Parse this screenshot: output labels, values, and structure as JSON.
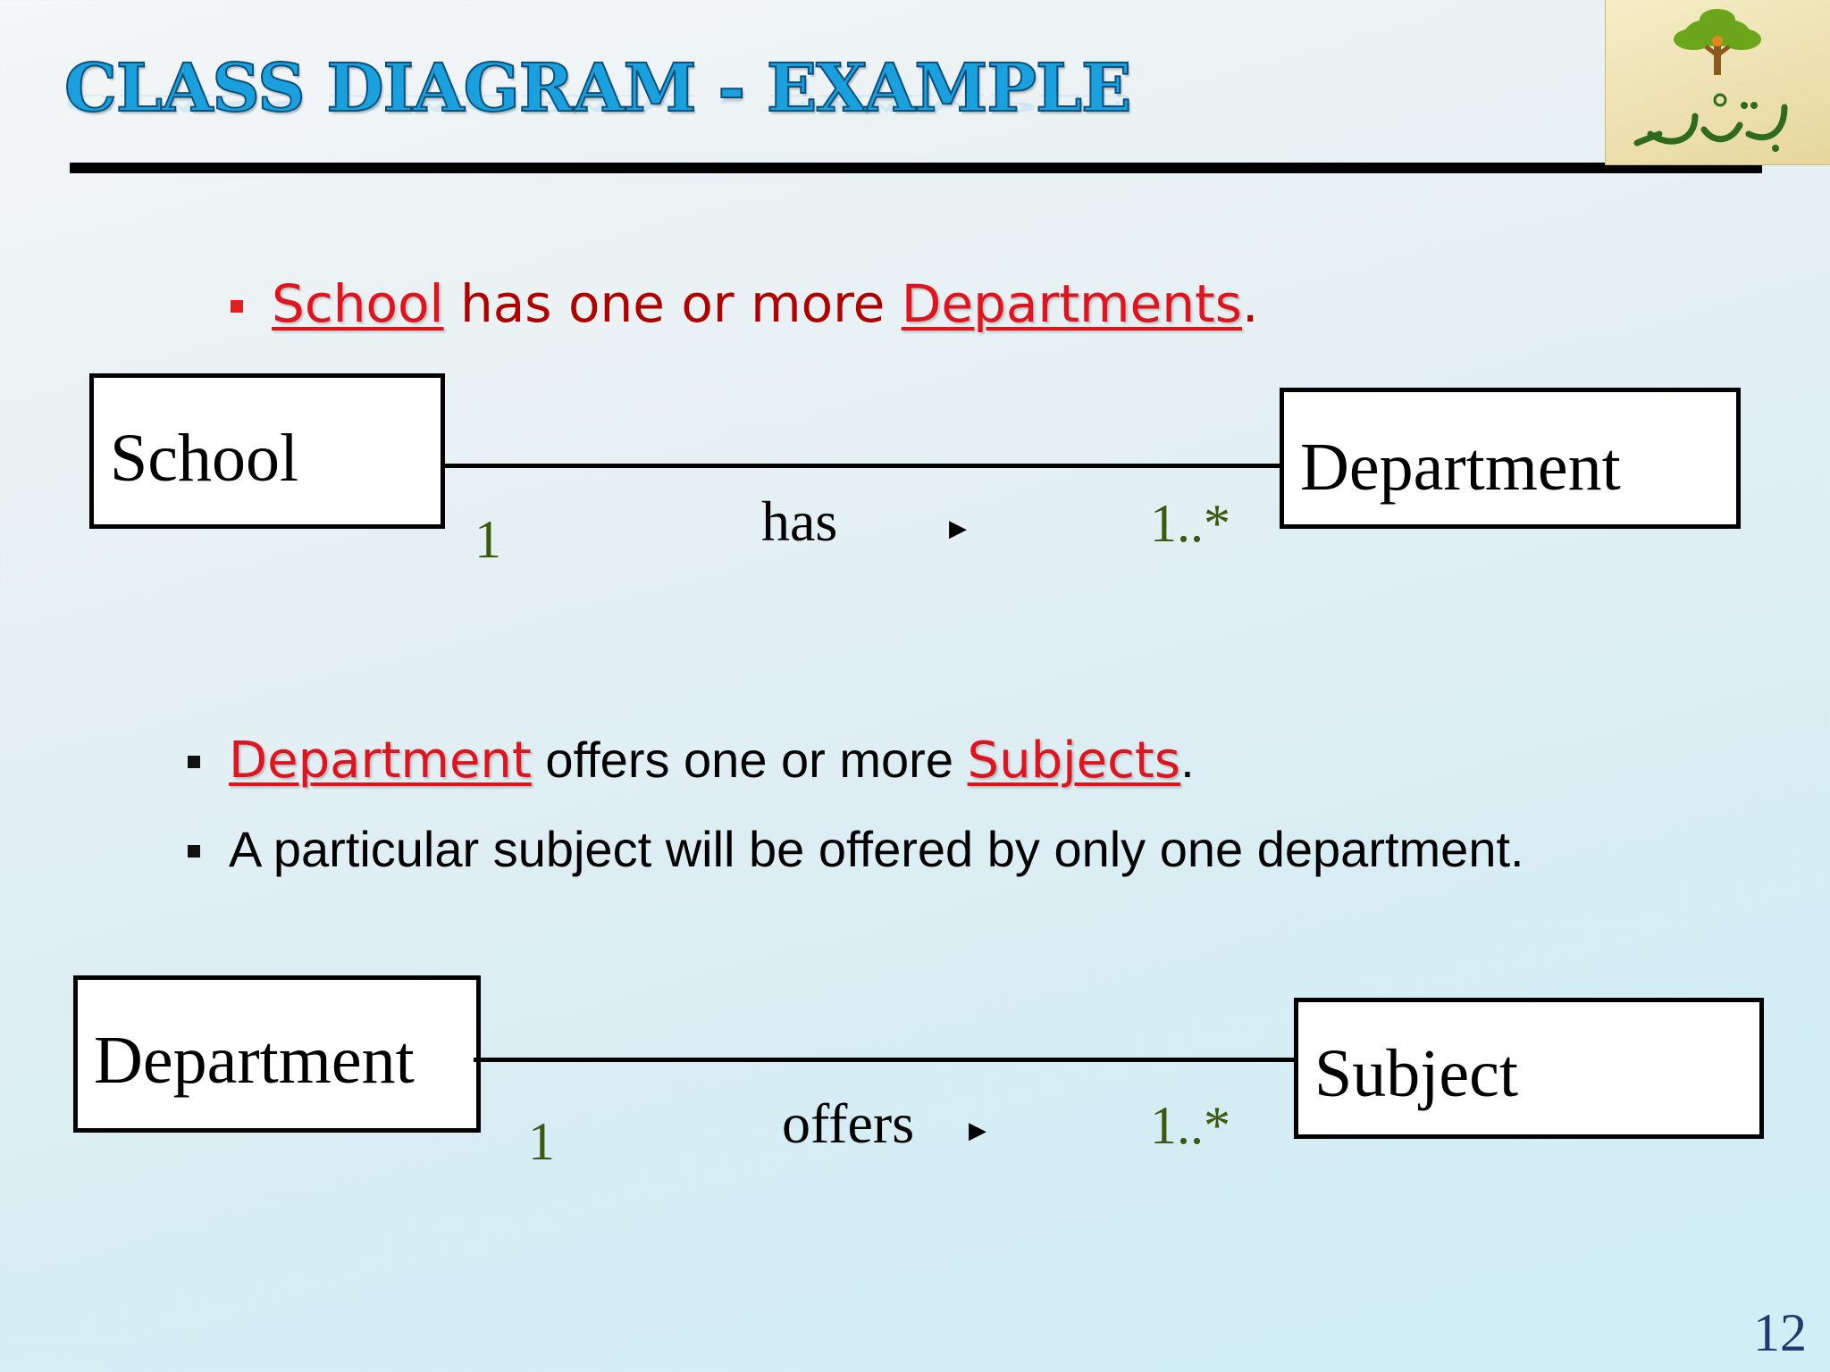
{
  "slide": {
    "title": "CLASS DIAGRAM - EXAMPLE",
    "page_number": "12"
  },
  "section1": {
    "bullet": {
      "kw1": "School",
      "mid": " has one or more ",
      "kw2": "Departments",
      "end": "."
    },
    "diagram": {
      "left_class": "School",
      "right_class": "Department",
      "left_multiplicity": "1",
      "association": "has",
      "direction_icon": "triangle-right-icon",
      "right_multiplicity": "1..*"
    }
  },
  "section2": {
    "bullet1": {
      "kw1": "Department",
      "mid": " offers one or more ",
      "kw2": "Subjects",
      "end": "."
    },
    "bullet2": "A particular subject will be offered by only one department.",
    "diagram": {
      "left_class": "Department",
      "right_class": "Subject",
      "left_multiplicity": "1",
      "association": "offers",
      "direction_icon": "triangle-right-icon",
      "right_multiplicity": "1..*"
    }
  },
  "colors": {
    "title": "#1aa0dc",
    "keyword": "#e0141e",
    "multiplicity": "#3b5a10",
    "page_number": "#1f3a6e"
  }
}
